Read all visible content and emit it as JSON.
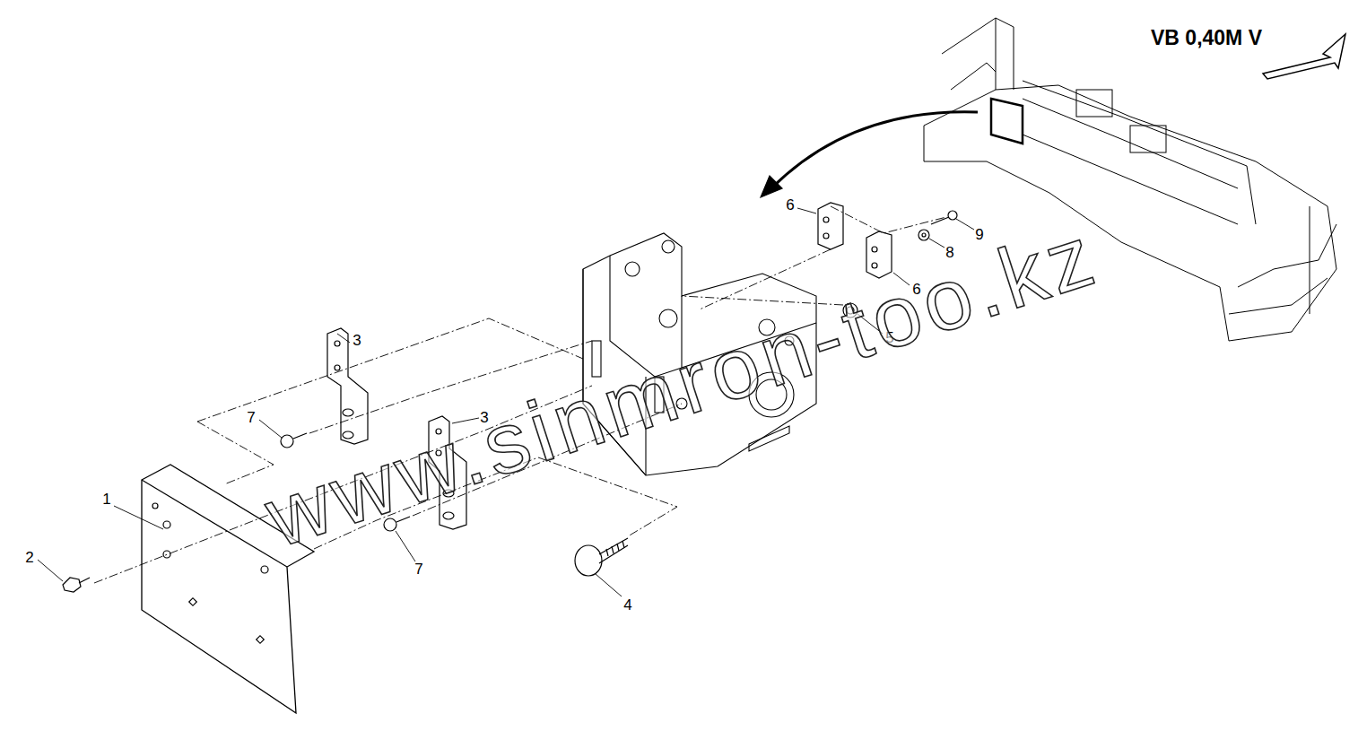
{
  "diagram": {
    "labels": [
      "VB 0,40M V",
      "6",
      "9",
      "8",
      "6",
      "5",
      "3",
      "7",
      "3",
      "1",
      "2",
      "7",
      "4",
      "www.sinmron-too.kz"
    ]
  }
}
